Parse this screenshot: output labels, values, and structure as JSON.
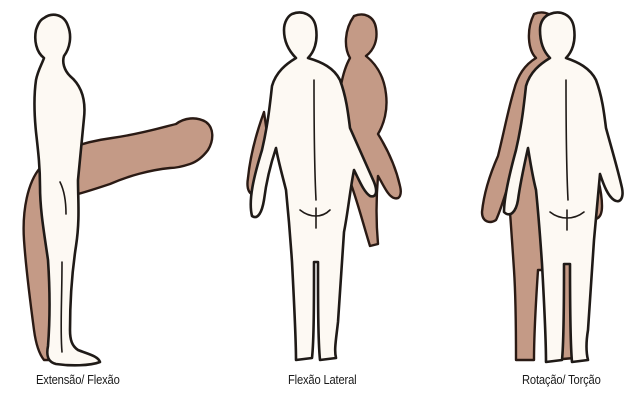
{
  "illustrations": [
    {
      "id": "extension",
      "caption": "Extensão/ Flexão",
      "posture": "sagittal-flexion",
      "shade_color": "#c49a86",
      "body_color": "#fdf9f3"
    },
    {
      "id": "lateral",
      "caption": "Flexão Lateral",
      "posture": "lateral-flexion",
      "shade_color": "#c49a86",
      "body_color": "#fdf9f3"
    },
    {
      "id": "rotation",
      "caption": "Rotação/ Torção",
      "posture": "axial-rotation",
      "shade_color": "#c49a86",
      "body_color": "#fdf9f3"
    }
  ]
}
